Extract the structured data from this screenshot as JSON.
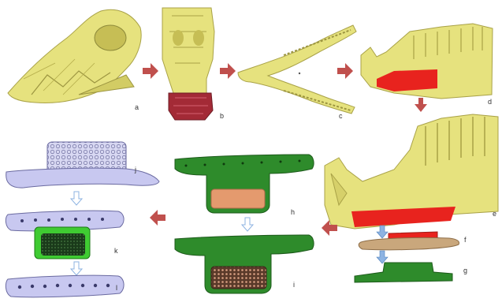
{
  "panels": [
    {
      "id": "a",
      "label": "a"
    },
    {
      "id": "b",
      "label": "b"
    },
    {
      "id": "c",
      "label": "c"
    },
    {
      "id": "d",
      "label": "d"
    },
    {
      "id": "e",
      "label": "e"
    },
    {
      "id": "f",
      "label": "f"
    },
    {
      "id": "g",
      "label": "g"
    },
    {
      "id": "h",
      "label": "h"
    },
    {
      "id": "i",
      "label": "i"
    },
    {
      "id": "j",
      "label": "j"
    },
    {
      "id": "k",
      "label": "k"
    },
    {
      "id": "l",
      "label": "l"
    }
  ],
  "colors": {
    "bone": "#E6E27E",
    "bone_shade": "#B9B24A",
    "defect_red": "#E8231E",
    "dark_red": "#A32A36",
    "green": "#2E8B2B",
    "green_light": "#52B94A",
    "tan": "#C9A77C",
    "salmon": "#E49A6E",
    "lavender": "#C8C8F0",
    "red_arrow": "#C0504D",
    "blue_arrow": "#8DB3E2"
  }
}
